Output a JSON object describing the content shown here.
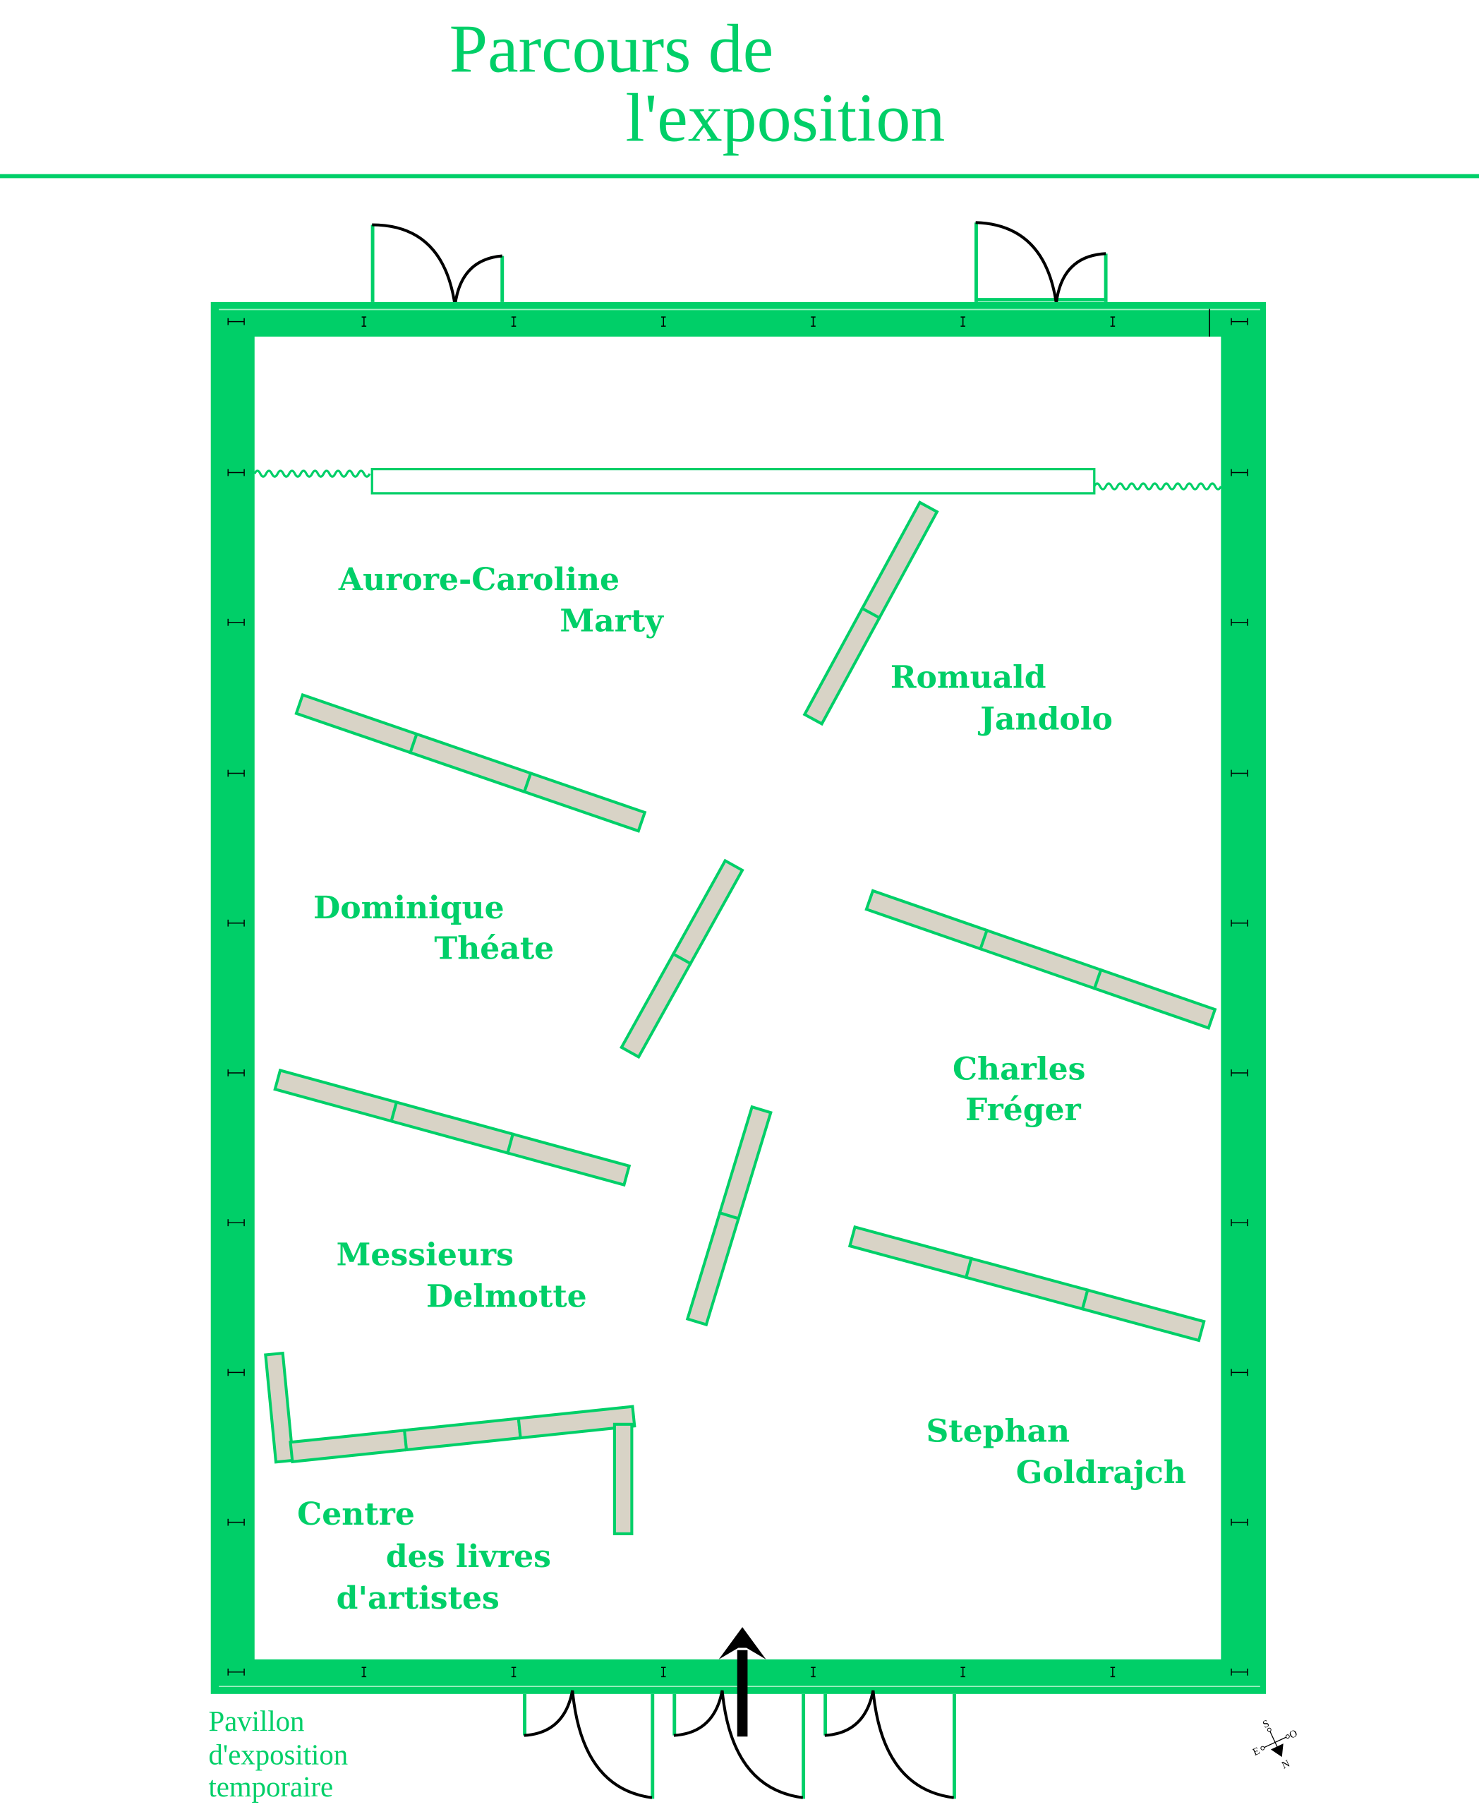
{
  "title": {
    "line1": "Parcours de",
    "line2": "l'exposition"
  },
  "artists": [
    {
      "line1": "Aurore-Caroline",
      "line2": "Marty"
    },
    {
      "line1": "Romuald",
      "line2": "Jandolo"
    },
    {
      "line1": "Dominique",
      "line2": "Théate"
    },
    {
      "line1": "Charles",
      "line2": "Fréger"
    },
    {
      "line1": "Messieurs",
      "line2": "Delmotte"
    },
    {
      "line1": "Stephan",
      "line2": "Goldrajch"
    },
    {
      "line1": "Centre",
      "line2": "des livres",
      "line3": "d'artistes"
    }
  ],
  "building": {
    "line1": "Pavillon",
    "line2": "d'exposition",
    "line3": "temporaire"
  },
  "compass": {
    "n": "N",
    "s": "S",
    "e": "E",
    "o": "O"
  },
  "colors": {
    "accent": "#00cf68",
    "panel": "#d8d3c6",
    "ink": "#000000"
  }
}
